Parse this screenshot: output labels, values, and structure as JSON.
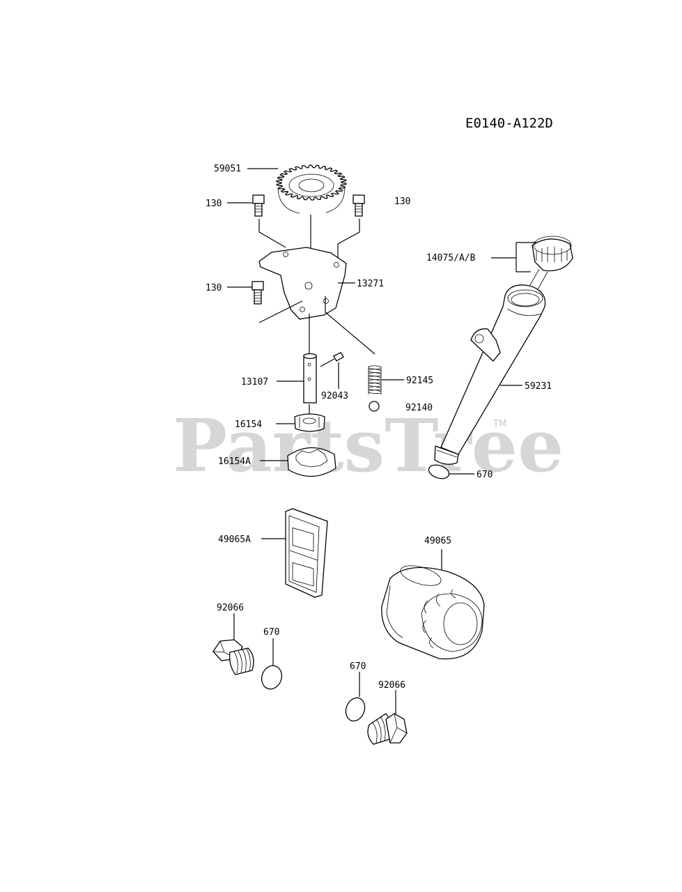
{
  "diagram_code": "E0140-A122D",
  "watermark": {
    "text": "PartsTree",
    "trademark": "TM"
  },
  "labels": {
    "gear": "59051",
    "bolt_left_top": "130",
    "bolt_right_top": "130",
    "bolt_left_mid": "130",
    "cover": "13271",
    "dipstick": "14075/A/B",
    "shaft": "13107",
    "pin": "92043",
    "spring": "92145",
    "ball": "92140",
    "rotor_inner": "16154",
    "rotor_outer": "16154A",
    "tube": "59231",
    "oring_tube": "670",
    "screen": "49065A",
    "oil_filter": "49065",
    "plug_left": "92066",
    "oring_left": "670",
    "oring_right": "670",
    "plug_right": "92066"
  }
}
